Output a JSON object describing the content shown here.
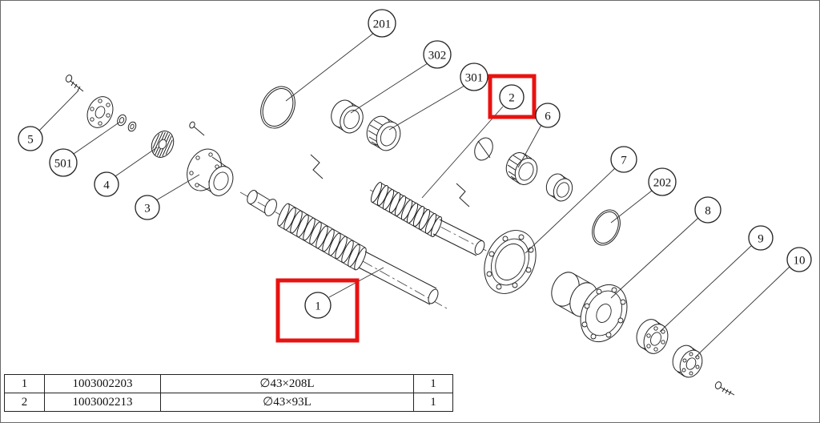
{
  "diagram": {
    "title": "axle-shaft-exploded-view",
    "highlight_color": "#e81210",
    "highlighted_balloons": [
      "1",
      "2"
    ],
    "balloons": [
      {
        "label": "5"
      },
      {
        "label": "501"
      },
      {
        "label": "4"
      },
      {
        "label": "3"
      },
      {
        "label": "201"
      },
      {
        "label": "302"
      },
      {
        "label": "301"
      },
      {
        "label": "2"
      },
      {
        "label": "6"
      },
      {
        "label": "1"
      },
      {
        "label": "7"
      },
      {
        "label": "202"
      },
      {
        "label": "8"
      },
      {
        "label": "9"
      },
      {
        "label": "10"
      }
    ]
  },
  "parts_table": {
    "rows": [
      {
        "no": "1",
        "part_number": "1003002203",
        "spec": "∅43×208L",
        "qty": "1"
      },
      {
        "no": "2",
        "part_number": "1003002213",
        "spec": "∅43×93L",
        "qty": "1"
      }
    ]
  }
}
